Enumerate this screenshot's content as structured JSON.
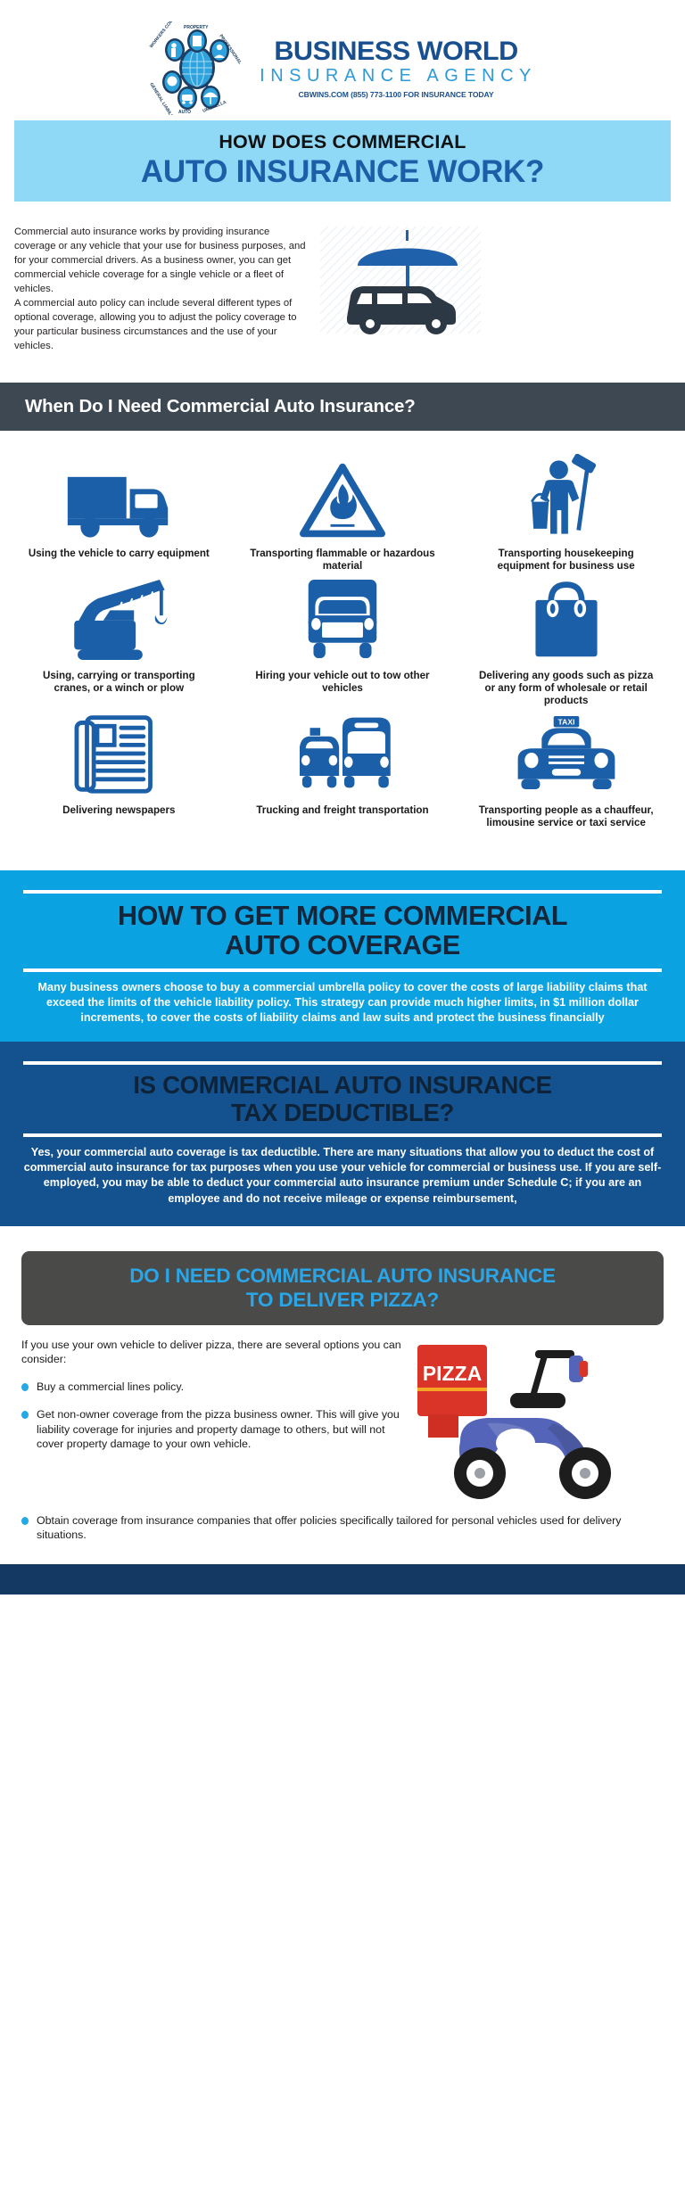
{
  "brand": {
    "name_line1": "BUSINESS WORLD",
    "name_line2": "INSURANCE AGENCY",
    "contact_line": "CBWINS.COM (855) 773-1100 FOR INSURANCE TODAY",
    "logo_ring_labels": [
      "PROPERTY",
      "PROFESSIONAL",
      "WORKERS COMP",
      "GENERAL LIABILITY",
      "AUTO",
      "UMBRELLA"
    ],
    "colors": {
      "navy": "#184f8f",
      "light_blue": "#2e9ad6",
      "banner_blue": "#8fd9f7",
      "bright_blue": "#0aa2e0",
      "deep_blue": "#14528f",
      "dark_gray": "#3d4853",
      "pizza_gray": "#4a4a48",
      "accent_cyan": "#2aa6e8",
      "icon_blue": "#1b5fa8"
    }
  },
  "title_banner": {
    "line1": "HOW DOES COMMERCIAL",
    "line2": "AUTO INSURANCE WORK?"
  },
  "intro": {
    "paragraph1": "Commercial auto insurance works by providing insurance coverage or any vehicle that your use for business purposes, and for your commercial drivers. As a business owner, you can get commercial vehicle coverage for a single vehicle or a fleet of vehicles.",
    "paragraph2": "A commercial auto policy can include several different types of optional coverage, allowing you to adjust the policy coverage to your particular business circumstances and the use of your vehicles.",
    "art_icon": "umbrella-over-car-icon"
  },
  "when_section": {
    "heading": "When Do I Need Commercial Auto Insurance?",
    "items": [
      {
        "icon": "box-truck-icon",
        "label": "Using the vehicle to carry equipment"
      },
      {
        "icon": "flammable-hazard-sign-icon",
        "label": "Transporting flammable or hazardous material"
      },
      {
        "icon": "housekeeping-worker-icon",
        "label": "Transporting housekeeping equipment for business use"
      },
      {
        "icon": "crane-icon",
        "label": "Using, carrying or transporting cranes, or a winch or plow"
      },
      {
        "icon": "tow-truck-front-icon",
        "label": "Hiring your vehicle out to tow other vehicles"
      },
      {
        "icon": "shopping-bag-icon",
        "label": "Delivering any goods such as pizza or any form of wholesale or retail products"
      },
      {
        "icon": "newspaper-icon",
        "label": "Delivering newspapers"
      },
      {
        "icon": "bus-and-car-icon",
        "label": "Trucking and freight transportation"
      },
      {
        "icon": "taxi-front-icon",
        "label": "Transporting people as a chauffeur, limousine service or taxi service"
      }
    ]
  },
  "coverage_section": {
    "title_line1": "HOW TO GET MORE COMMERCIAL",
    "title_line2": "AUTO COVERAGE",
    "body": "Many business owners choose to buy a commercial umbrella policy to cover the costs of large liability claims that exceed the limits of the vehicle liability policy. This strategy can provide much higher limits, in $1 million dollar increments, to cover the costs of liability claims and law suits and protect the business financially"
  },
  "tax_section": {
    "title_line1": "IS COMMERCIAL AUTO INSURANCE",
    "title_line2": "TAX DEDUCTIBLE?",
    "body": "Yes, your commercial auto coverage is tax deductible. There are many situations that allow you to deduct the cost of commercial auto insurance for tax purposes when you use your vehicle for commercial or business use. If you are self-employed, you may be able to deduct your commercial auto insurance premium under Schedule C; if you are an employee and do not receive mileage or expense reimbursement,"
  },
  "pizza_section": {
    "title_line1": "DO I NEED COMMERCIAL AUTO INSURANCE",
    "title_line2": "TO DELIVER PIZZA?",
    "intro": "If you use your own vehicle to deliver pizza, there are several options you can consider:",
    "bullets": [
      "Buy a commercial lines policy.",
      "Get non-owner coverage from the pizza business owner. This will give you liability coverage for injuries and property damage to others, but will not cover property damage to your own vehicle.",
      "Obtain coverage from insurance companies that offer policies specifically tailored for personal vehicles used for delivery situations."
    ],
    "art_icon": "pizza-delivery-scooter-icon",
    "art_label": "PIZZA"
  }
}
